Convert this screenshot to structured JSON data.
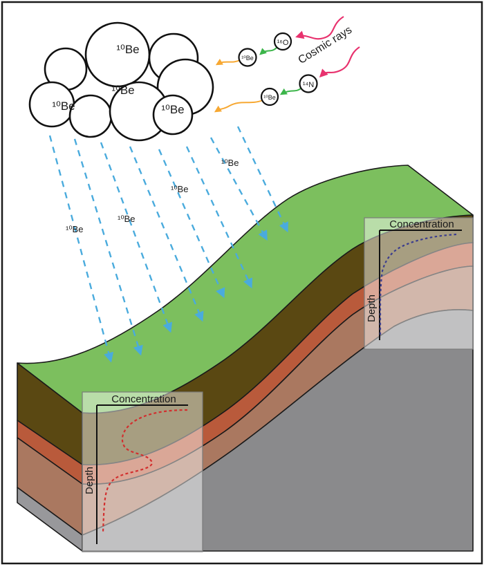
{
  "cloud": {
    "labels": [
      "¹⁰Be",
      "¹⁰Be",
      "¹⁰Be",
      "¹⁰Be"
    ]
  },
  "reactions": {
    "cosmic_label": "Cosmic rays",
    "nodes": [
      {
        "id": "o16",
        "label": "¹⁶O"
      },
      {
        "id": "be10-from-o16",
        "label": "¹⁰Be"
      },
      {
        "id": "n14",
        "label": "¹⁴N"
      },
      {
        "id": "be10-from-n14",
        "label": "¹⁰Be"
      }
    ]
  },
  "rain": {
    "labels": [
      "¹⁰Be",
      "¹⁰Be",
      "¹⁰Be",
      "¹⁰Be"
    ]
  },
  "inset_left": {
    "x_axis": "Concentration",
    "y_axis": "Depth",
    "curve_color": "#d22f2f",
    "profile": "high concentration at surface, S-shaped bulge in upper soil, low constant value at depth"
  },
  "inset_right": {
    "x_axis": "Concentration",
    "y_axis": "Depth",
    "curve_color": "#3b3d8e",
    "profile": "high concentration at surface decaying smoothly toward zero with depth"
  },
  "colors": {
    "grass_green": "#7cbf5e",
    "soil_dark_brown": "#5a4812",
    "soil_red_brown": "#b95a3b",
    "soil_medium_brown": "#aa7860",
    "bedrock_gray": "#8a8a8c",
    "rain_blue": "#4aabdd",
    "cosmic_pink": "#e8326e",
    "transmutation_green": "#3cb54a",
    "deposition_orange": "#f7a832"
  }
}
